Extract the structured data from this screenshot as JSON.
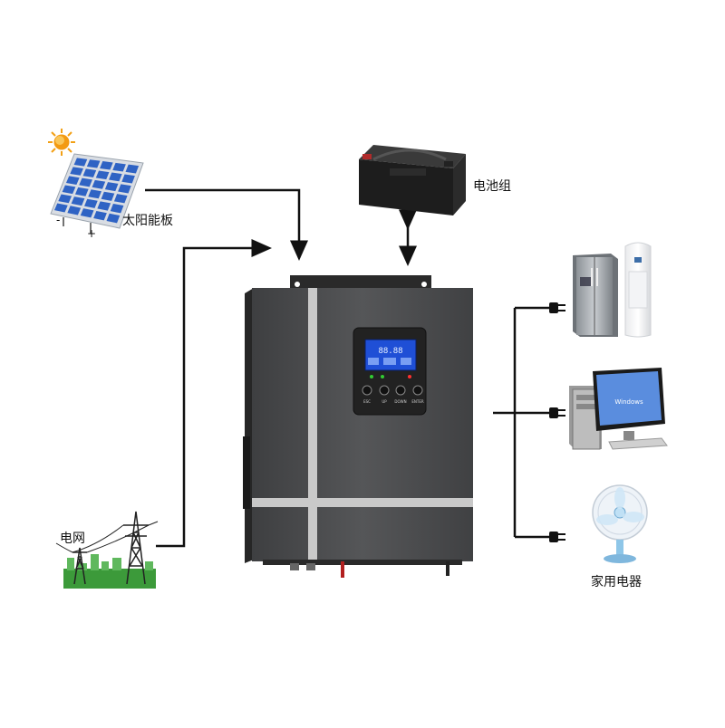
{
  "labels": {
    "solar_panel": "太阳能板",
    "battery": "电池组",
    "grid": "电网",
    "appliances": "家用电器",
    "solar_minus": "-",
    "solar_plus": "+"
  },
  "inverter": {
    "lcd_readout": "88.88",
    "buttons": [
      "ESC",
      "UP",
      "DOWN",
      "ENTER"
    ]
  },
  "appliance_screen": {
    "brand_line": "Windows"
  },
  "colors": {
    "inverter_body": "#4a4b4d",
    "inverter_stripe": "#c9c9c9",
    "wire": "#111111",
    "lcd_background": "#1f4fd6",
    "panel_cell": "#2f63c4",
    "sun": "#f2a015",
    "grass": "#3c9a3a"
  },
  "icons": [
    "sun-icon",
    "solar-panel-icon",
    "battery-icon",
    "transmission-tower-icon",
    "refrigerator-icon",
    "air-conditioner-icon",
    "desktop-computer-icon",
    "electric-fan-icon",
    "plug-icon"
  ]
}
